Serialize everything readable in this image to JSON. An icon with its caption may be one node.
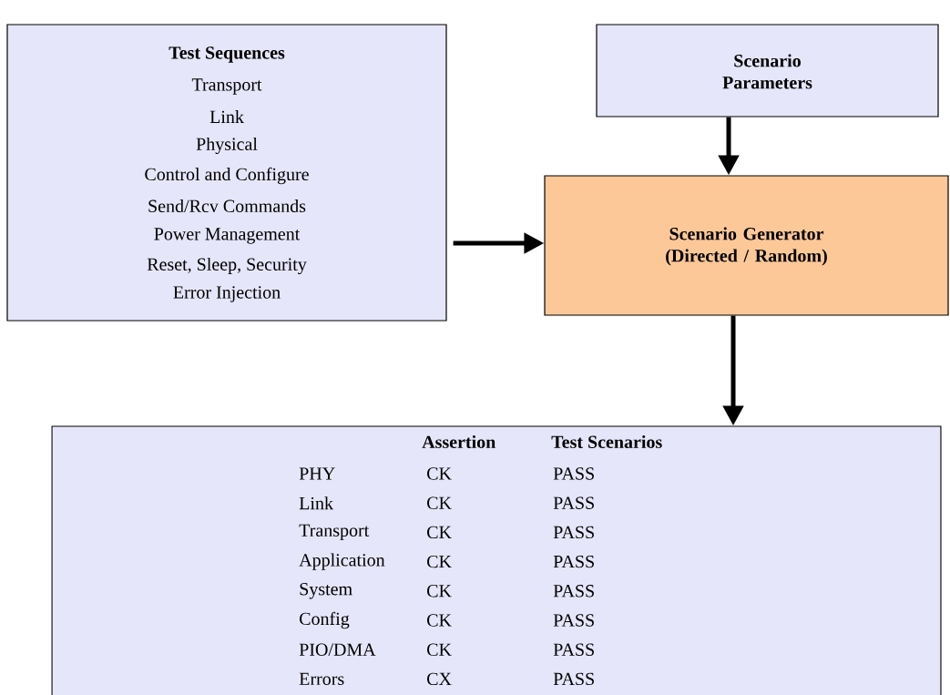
{
  "diagram": {
    "nodes": [
      {
        "text": [
          "Test Sequences",
          "Transport",
          "Link",
          "Physical",
          "Control and Configure",
          "Send/Rcv Commands",
          "Power Management",
          "Reset, Sleep, Security",
          "Error Injection"
        ]
      },
      {
        "text": [
          "Scenario Parameters"
        ]
      },
      {
        "text": [
          "Scenario Generator (Directed / Random)"
        ]
      },
      {
        "text": [
          "Assertion",
          "Test Scenarios",
          "PHY",
          "CK",
          "PASS",
          "Link",
          "CK",
          "PASS",
          "Transport",
          "CK",
          "PASS",
          "Application",
          "CK",
          "PASS",
          "System",
          "CK",
          "PASS",
          "Config",
          "CK",
          "PASS",
          "PIO/DMA",
          "CK",
          "PASS",
          "Errors",
          "CX",
          "PASS"
        ]
      }
    ],
    "edges": [
      {
        "from": 0,
        "to": 2,
        "arrow": "to"
      },
      {
        "from": 1,
        "to": 2,
        "arrow": "to"
      },
      {
        "from": 2,
        "to": 3,
        "arrow": "to"
      }
    ]
  }
}
